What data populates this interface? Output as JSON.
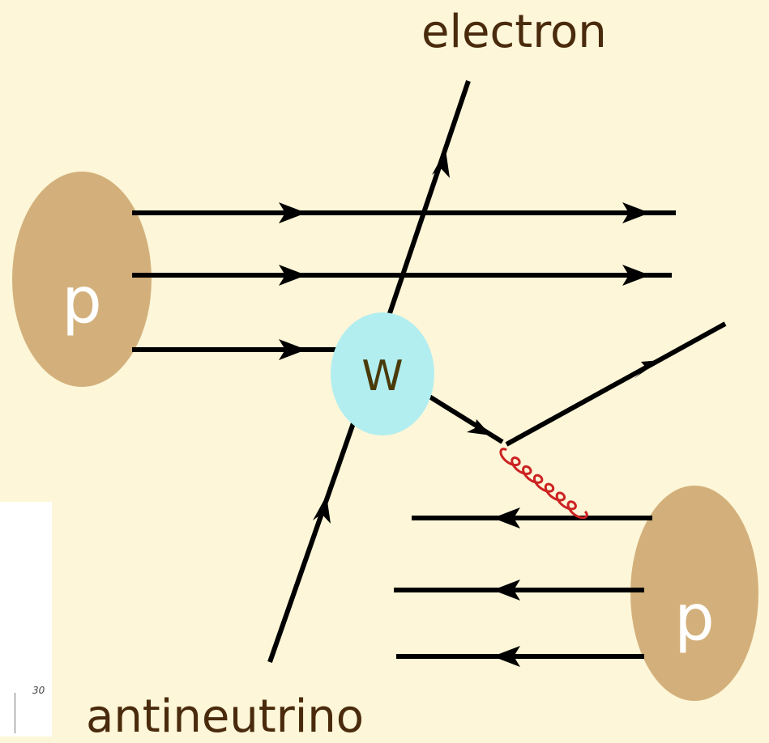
{
  "labels": {
    "electron": "electron",
    "antineutrino": "antineutrino",
    "proton_top": "p",
    "proton_bottom": "p",
    "w_boson": "W"
  },
  "inset": {
    "tick_label": "30"
  },
  "colors": {
    "background": "#fdf6d8",
    "proton": "#d3b07b",
    "w_boson": "#b2eef0",
    "gluon": "#cc2222",
    "line": "#000000",
    "text": "#4a2a0c"
  }
}
